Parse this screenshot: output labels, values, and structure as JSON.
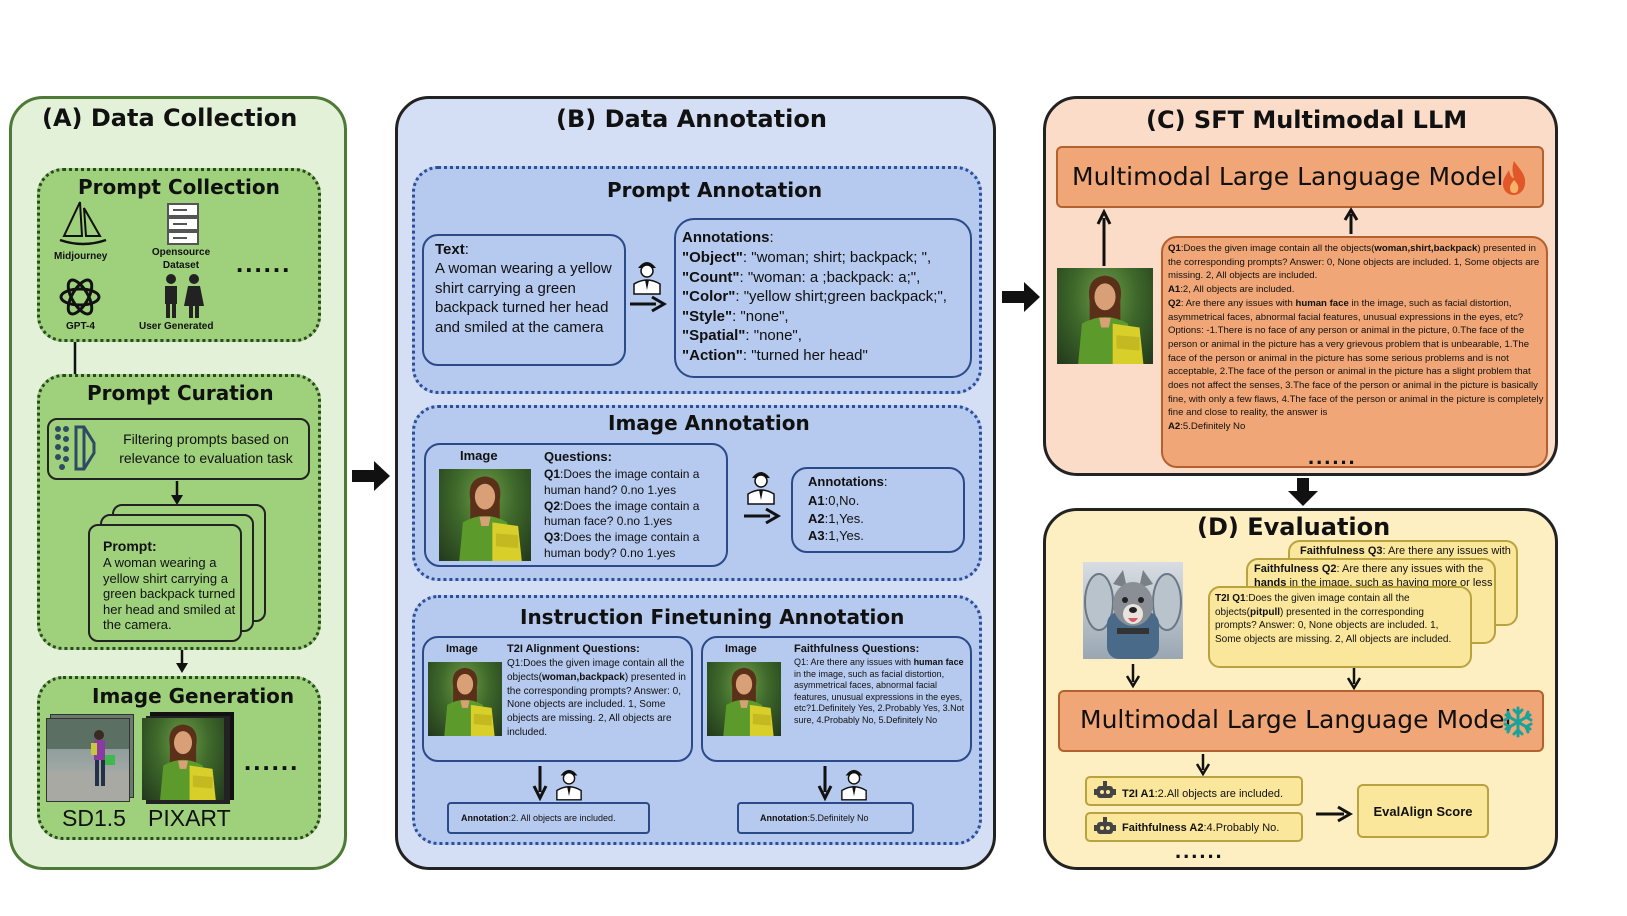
{
  "colors": {
    "panel_a": "#e3f1d8",
    "green_box": "#9fd17d",
    "panel_b": "#d4dff5",
    "blue_box": "#b6c9ee",
    "panel_c": "#fbdcc8",
    "orange_box": "#f0a676",
    "panel_d": "#fdefc1",
    "yellow_box": "#fbe79b"
  },
  "panel_a": {
    "title": "(A) Data Collection",
    "prompt_collection": {
      "title": "Prompt Collection",
      "sources": [
        "Midjourney",
        "Opensource Dataset",
        "GPT-4",
        "User Generated"
      ],
      "more": "......"
    },
    "prompt_curation": {
      "title": "Prompt Curation",
      "filter_text": "Filtering prompts based on relevance to evaluation task",
      "prompt_label": "Prompt:",
      "prompt_text": "A woman wearing a yellow shirt carrying a green backpack turned her head and smiled at the camera."
    },
    "image_generation": {
      "title": "Image Generation",
      "models": [
        "SD1.5",
        "PIXART"
      ],
      "more": "......"
    }
  },
  "panel_b": {
    "title": "(B) Data Annotation",
    "prompt_annotation": {
      "title": "Prompt Annotation",
      "text_label": "Text",
      "text": "A woman wearing a yellow shirt carrying a green backpack turned her head and smiled at the camera",
      "annotations_label": "Annotations",
      "rows": [
        {
          "key": "\"Object\"",
          "val": ": \"woman; shirt; backpack; \","
        },
        {
          "key": "\"Count\"",
          "val": ": \"woman: a ;backpack: a;\","
        },
        {
          "key": "\"Color\"",
          "val": ": \"yellow shirt;green backpack;\","
        },
        {
          "key": "\"Style\"",
          "val": ": \"none\","
        },
        {
          "key": "\"Spatial\"",
          "val": ": \"none\","
        },
        {
          "key": "\"Action\"",
          "val": ": \"turned her head\""
        }
      ]
    },
    "image_annotation": {
      "title": "Image Annotation",
      "image_label": "Image",
      "questions_label": "Questions:",
      "questions": [
        {
          "id": "Q1",
          "text": ":Does the image contain a human hand? 0.no 1.yes"
        },
        {
          "id": "Q2",
          "text": ":Does the image contain a human face? 0.no 1.yes"
        },
        {
          "id": "Q3",
          "text": ":Does the image contain a human body? 0.no 1.yes"
        }
      ],
      "annotations_label": "Annotations",
      "answers": [
        {
          "id": "A1",
          "text": ":0,No."
        },
        {
          "id": "A2",
          "text": ":1,Yes."
        },
        {
          "id": "A3",
          "text": ":1,Yes."
        }
      ]
    },
    "instruction": {
      "title": "Instruction Finetuning Annotation",
      "left": {
        "image_label": "Image",
        "q_title": "T2I Alignment Questions:",
        "q_pre": "Q1:Does the given image contain all the objects(",
        "q_bold": "woman,backpack",
        "q_post": ") presented in the corresponding prompts? Answer: 0, None objects are included. 1, Some objects are missing. 2, All objects are included.",
        "ann_label": "Annotation",
        "ann_text": ":2. All objects are included."
      },
      "right": {
        "image_label": "Image",
        "q_title": "Faithfulness Questions:",
        "q_pre": "Q1: Are there any issues with ",
        "q_bold": "human  face",
        "q_post": " in the image, such as facial distortion, asymmetrical faces, abnormal facial features, unusual expressions in the eyes, etc?1.Definitely Yes, 2.Probably Yes, 3.Not sure, 4.Probably No, 5.Definitely No",
        "ann_label": "Annotation",
        "ann_text": ":5.Definitely  No"
      }
    }
  },
  "panel_c": {
    "title": "(C) SFT Multimodal LLM",
    "model": "Multimodal Large Language Model",
    "q1_label": "Q1",
    "q1_pre": ":Does the given image contain all the objects(",
    "q1_bold": "woman,shirt,backpack",
    "q1_post": ") presented in the corresponding prompts? Answer: 0, None objects are included. 1, Some objects are missing. 2, All objects are included.",
    "a1_label": "A1",
    "a1_text": ":2, All objects are included.",
    "q2_label": "Q2",
    "q2_pre": ": Are there any issues with ",
    "q2_bold": "human face",
    "q2_post": " in the image, such as facial distortion, asymmetrical faces, abnormal facial features, unusual expressions in the eyes, etc? Options: -1.There is no face of any person or animal in the picture, 0.The face of the person or animal in the picture has a very grievous problem that is unbearable, 1.The face of the person or animal in the picture has some serious problems and is not acceptable, 2.The face of the person or animal in the picture has a slight problem that does not affect the senses, 3.The face of the person or animal in the picture is basically fine, with only a few flaws, 4.The face of the person or animal in the picture is completely fine and close to reality, the answer is",
    "a2_label": "A2",
    "a2_text": ":5.Definitely No",
    "more": "......"
  },
  "panel_d": {
    "title": "(D) Evaluation",
    "card3_bold": "Faithfulness Q3",
    "card3_text": ": Are there any issues with",
    "card2_bold": "Faithfulness Q2",
    "card2_text": ": Are there any issues with the",
    "card2_line2_bold": "hands",
    "card2_line2": " in the image, such as having more or less",
    "card1_bold": "T2I Q1",
    "card1_pre": ":Does the given image contain all the objects(",
    "card1_obj": "pitpull",
    "card1_post": ") presented in the corresponding prompts? Answer: 0, None objects are included. 1, Some objects are missing. 2, All objects are included.",
    "model": "Multimodal Large Language Model",
    "answer1_bold": "T2I A1",
    "answer1_text": ":2.All objects are included.",
    "answer2_bold": "Faithfulness A2",
    "answer2_text": ":4.Probably No.",
    "more": "......",
    "score": "EvalAlign Score"
  }
}
